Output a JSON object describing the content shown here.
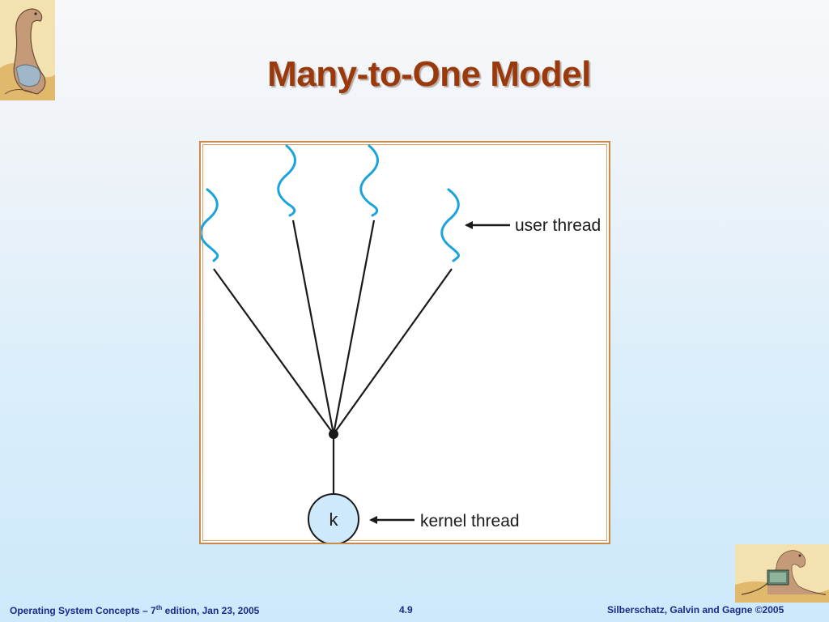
{
  "slide": {
    "title": "Many-to-One Model"
  },
  "diagram": {
    "user_thread_label": "user thread",
    "kernel_thread_label": "kernel thread",
    "kernel_node_label": "k",
    "user_thread_count": 4
  },
  "footer": {
    "left_prefix": "Operating System Concepts – 7",
    "left_superscript": "th",
    "left_suffix": " edition, Jan 23, 2005",
    "page_number": "4.9",
    "right": "Silberschatz, Galvin and Gagne ©2005"
  },
  "colors": {
    "title": "#9a3a0c",
    "user_thread": "#1aa3dc",
    "kernel_circle": "#cde9fb",
    "frame": "#c98a4a",
    "footer": "#1a2a8a"
  }
}
